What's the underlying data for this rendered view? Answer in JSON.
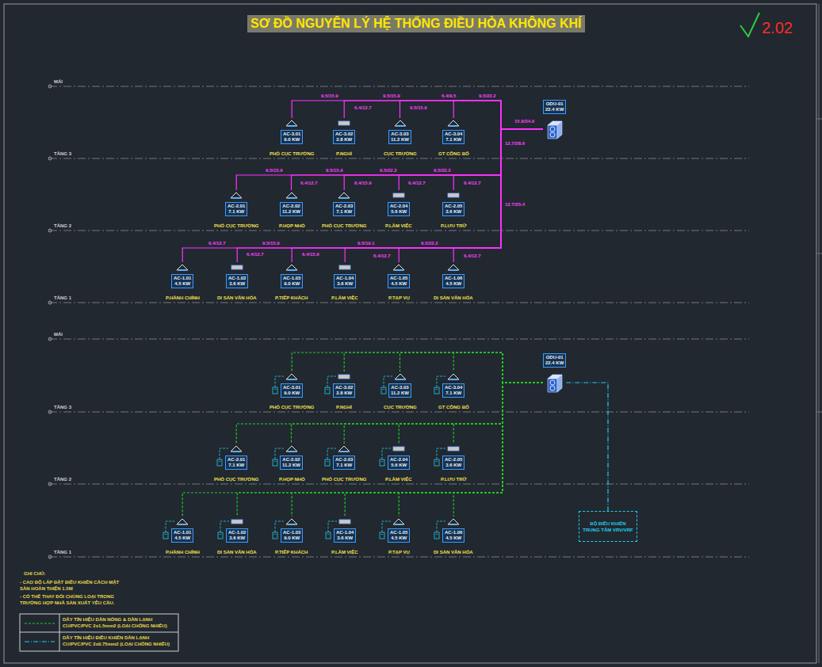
{
  "diagram": {
    "title": "SƠ ĐỒ NGUYÊN LÝ HỆ THỐNG ĐIỀU HÒA KHÔNG KHÍ",
    "nodes": [
      {
        "text": [
          "ODU-01",
          "22.4 KW"
        ]
      },
      {
        "text": [
          "AC-3.01",
          "9.0 KW"
        ]
      },
      {
        "text": [
          "AC-3.02",
          "2.8 KW"
        ]
      },
      {
        "text": [
          "AC-3.03",
          "11.2 KW"
        ]
      },
      {
        "text": [
          "AC-3.04",
          "7.1 KW"
        ]
      },
      {
        "text": [
          "AC-2.01",
          "7.1 KW"
        ]
      },
      {
        "text": [
          "AC-2.02",
          "11.2 KW"
        ]
      },
      {
        "text": [
          "AC-2.03",
          "7.1 KW"
        ]
      },
      {
        "text": [
          "AC-2.04",
          "5.6 KW"
        ]
      },
      {
        "text": [
          "AC-2.05",
          "3.6 KW"
        ]
      },
      {
        "text": [
          "AC-1.01",
          "4.5 KW"
        ]
      },
      {
        "text": [
          "AC-1.02",
          "3.6 KW"
        ]
      },
      {
        "text": [
          "AC-1.03",
          "9.0 KW"
        ]
      },
      {
        "text": [
          "AC-1.04",
          "3.6 KW"
        ]
      },
      {
        "text": [
          "AC-1.05",
          "4.5 KW"
        ]
      },
      {
        "text": [
          "AC-1.06",
          "4.5 KW"
        ]
      },
      {
        "text": [
          "ODU-01",
          "22.4 KW"
        ]
      },
      {
        "text": [
          "AC-3.01",
          "9.0 KW"
        ]
      },
      {
        "text": [
          "AC-3.02",
          "2.8 KW"
        ]
      },
      {
        "text": [
          "AC-3.03",
          "11.2 KW"
        ]
      },
      {
        "text": [
          "AC-3.04",
          "7.1 KW"
        ]
      },
      {
        "text": [
          "AC-2.01",
          "7.1 KW"
        ]
      },
      {
        "text": [
          "AC-2.02",
          "11.2 KW"
        ]
      },
      {
        "text": [
          "AC-2.03",
          "7.1 KW"
        ]
      },
      {
        "text": [
          "AC-2.04",
          "5.6 KW"
        ]
      },
      {
        "text": [
          "AC-2.05",
          "3.6 KW"
        ]
      },
      {
        "text": [
          "AC-1.01",
          "4.5 KW"
        ]
      },
      {
        "text": [
          "AC-1.02",
          "3.6 KW"
        ]
      },
      {
        "text": [
          "AC-1.03",
          "9.0 KW"
        ]
      },
      {
        "text": [
          "AC-1.04",
          "3.6 KW"
        ]
      },
      {
        "text": [
          "AC-1.05",
          "4.5 KW"
        ]
      },
      {
        "text": [
          "AC-1.06",
          "4.5 KW"
        ]
      },
      {
        "text": [
          "BỘ ĐIỀU KHIỂN TRUNG TÂM VRV/VRF"
        ]
      }
    ],
    "edges": [
      {
        "from": 0,
        "to": 1,
        "arrow": "none"
      },
      {
        "from": 0,
        "to": 2,
        "arrow": "none"
      },
      {
        "from": 0,
        "to": 3,
        "arrow": "none"
      },
      {
        "from": 0,
        "to": 4,
        "arrow": "none"
      },
      {
        "from": 0,
        "to": 5,
        "arrow": "none"
      },
      {
        "from": 0,
        "to": 6,
        "arrow": "none"
      },
      {
        "from": 0,
        "to": 7,
        "arrow": "none"
      },
      {
        "from": 0,
        "to": 8,
        "arrow": "none"
      },
      {
        "from": 0,
        "to": 9,
        "arrow": "none"
      },
      {
        "from": 0,
        "to": 10,
        "arrow": "none"
      },
      {
        "from": 0,
        "to": 11,
        "arrow": "none"
      },
      {
        "from": 0,
        "to": 12,
        "arrow": "none"
      },
      {
        "from": 0,
        "to": 13,
        "arrow": "none"
      },
      {
        "from": 0,
        "to": 14,
        "arrow": "none"
      },
      {
        "from": 0,
        "to": 15,
        "arrow": "none"
      },
      {
        "from": 16,
        "to": 17,
        "arrow": "none"
      },
      {
        "from": 16,
        "to": 18,
        "arrow": "none"
      },
      {
        "from": 16,
        "to": 19,
        "arrow": "none"
      },
      {
        "from": 16,
        "to": 20,
        "arrow": "none"
      },
      {
        "from": 16,
        "to": 21,
        "arrow": "none"
      },
      {
        "from": 16,
        "to": 22,
        "arrow": "none"
      },
      {
        "from": 16,
        "to": 23,
        "arrow": "none"
      },
      {
        "from": 16,
        "to": 24,
        "arrow": "none"
      },
      {
        "from": 16,
        "to": 25,
        "arrow": "none"
      },
      {
        "from": 16,
        "to": 26,
        "arrow": "none"
      },
      {
        "from": 16,
        "to": 27,
        "arrow": "none"
      },
      {
        "from": 16,
        "to": 28,
        "arrow": "none"
      },
      {
        "from": 16,
        "to": 29,
        "arrow": "none"
      },
      {
        "from": 16,
        "to": 30,
        "arrow": "none"
      },
      {
        "from": 16,
        "to": 31,
        "arrow": "none"
      },
      {
        "from": 16,
        "to": 32,
        "arrow": "none"
      }
    ],
    "labels": [
      "MÁI",
      "TẦNG 3",
      "TẦNG 2",
      "TẦNG 1",
      "PHÓ CỤC TRƯỞNG",
      "P.NGHỈ",
      "CỤC TRƯỞNG",
      "GT CÔNG BỐ",
      "PHÓ CỤC TRƯỞNG",
      "P.HỌP NHỎ",
      "PHÓ CỤC TRƯỞNG",
      "P.LÀM VIỆC",
      "P.LƯU TRỮ",
      "P.HÀNH CHÍNH",
      "DI SẢN VĂN HÓA",
      "P.TIẾP KHÁCH",
      "P.LÀM VIỆC",
      "P.TẠP VỤ",
      "DI SẢN VĂN HÓA",
      "9.5/15.9",
      "6.4/12.7",
      "9.5/15.9",
      "9.5/15.9",
      "6.4/9.5",
      "9.5/22.2",
      "15.9/34.9",
      "12.7/28.6",
      "9.5/15.9",
      "6.4/12.7",
      "9.5/15.9",
      "6.4/15.9",
      "9.5/22.2",
      "6.4/12.7",
      "9.5/22.2",
      "6.4/12.7",
      "12.7/25.4",
      "6.4/12.7",
      "6.4/12.7",
      "9.5/15.9",
      "6.4/15.9",
      "9.5/19.1",
      "6.4/12.7",
      "9.5/22.2",
      "6.4/12.7",
      "MÁI",
      "TẦNG 3",
      "TẦNG 2",
      "TẦNG 1",
      "PHÓ CỤC TRƯỞNG",
      "P.NGHỈ",
      "CỤC TRƯỞNG",
      "GT CÔNG BỐ",
      "PHÓ CỤC TRƯỞNG",
      "P.HỌP NHỎ",
      "PHÓ CỤC TRƯỞNG",
      "P.LÀM VIỆC",
      "P.LƯU TRỮ",
      "P.HÀNH CHÍNH",
      "DI SẢN VĂN HÓA",
      "P.TIẾP KHÁCH",
      "P.LÀM VIỆC",
      "P.TẠP VỤ",
      "DI SẢN VĂN HÓA",
      "GHI CHÚ:",
      "- CAO ĐỘ LẮP ĐẶT ĐIỀU KHIỂN CÁCH MẶT SÀN HOÀN THIỆN 1.5M",
      "- CÓ THỂ THAY ĐỔI CHỦNG LOẠI TRONG TRƯỜNG HỢP NHÀ SẢN XUẤT YÊU CẦU.",
      "2.02"
    ],
    "legend": [
      {
        "text": "DÂY TÍN HIỆU DÀN NÓNG & DÀN LẠNH CU/PVC/PVC 2x1.5mm2 (LOẠI CHỐNG NHIỄU)"
      },
      {
        "text": "DÂY TÍN HIỆU ĐIỀU KHIỂN DÀN LẠNH CU/PVC/PVC 2x0.75mm2 (LOẠI CHỐNG NHIỄU)"
      }
    ]
  }
}
